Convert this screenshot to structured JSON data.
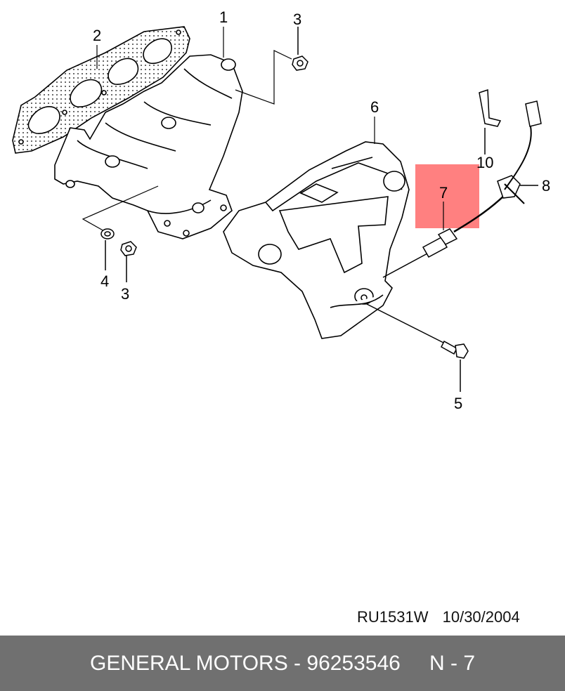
{
  "callouts": {
    "c1": "1",
    "c2": "2",
    "c3a": "3",
    "c3b": "3",
    "c4": "4",
    "c5": "5",
    "c6": "6",
    "c7": "7",
    "c8": "8",
    "c10": "10"
  },
  "highlight": {
    "color": "#ff8080",
    "part": "7"
  },
  "stamp": {
    "drawing_id": "RU1531W",
    "date": "10/30/2004"
  },
  "footer": {
    "title": "GENERAL MOTORS - 96253546",
    "code": "N - 7",
    "background": "#707070"
  }
}
